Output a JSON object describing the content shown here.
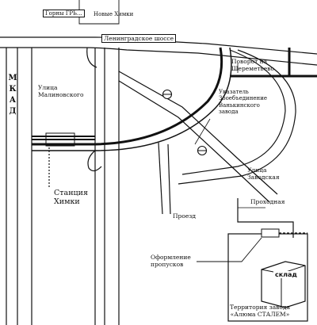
{
  "map": {
    "labels": {
      "gp_box": "Горны ГРЬ...",
      "top_road": "Новые Химки",
      "leningrad_highway": "Ленинградское шоссе",
      "mkad_letters": [
        "М",
        "К",
        "А",
        "Д"
      ],
      "malinovsky_street": "Улица\nМалиновского",
      "sheremetyevo_turn": "Поворот на\nШереметьево",
      "pointer": "Указатель\nЗооебъединение\nВанькинского\nзавода",
      "zavodskaya_street": "Улица\nЗаводская",
      "khimki_station": "Станция\nХимки",
      "pass_label": "Проезд",
      "driveway_label": "Проходная",
      "pass_office": "Оформление\nпропусков",
      "warehouse": "склад",
      "territory": "Территория завода\n«Алюма СТАЛЕМ»"
    }
  }
}
